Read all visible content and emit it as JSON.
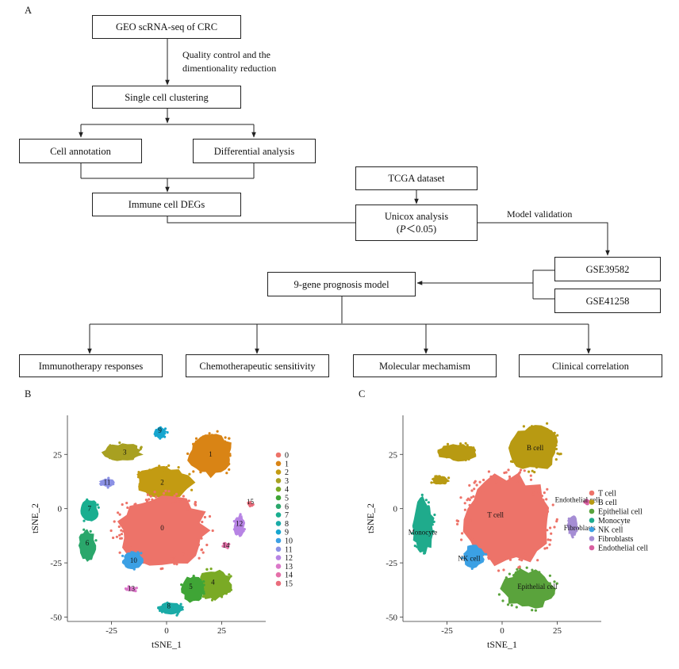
{
  "panels": {
    "a": "A",
    "b": "B",
    "c": "C"
  },
  "flowchart": {
    "geo": "GEO scRNA-seq of CRC",
    "qc_line1": "Quality control and the",
    "qc_line2": "dimentionality reduction",
    "clustering": "Single cell clustering",
    "annotation": "Cell annotation",
    "differential": "Differential analysis",
    "immune_degs": "Immune cell DEGs",
    "tcga": "TCGA dataset",
    "unicox_line1": "Unicox analysis",
    "unicox_p": "P",
    "unicox_rest": "＜0.05)",
    "unicox_open": "(",
    "model_validation": "Model validation",
    "gse1": "GSE39582",
    "gse2": "GSE41258",
    "model": "9-gene prognosis model",
    "out1": "Immunotherapy responses",
    "out2": "Chemotherapeutic sensitivity",
    "out3": "Molecular mechamism",
    "out4": "Clinical correlation"
  },
  "plot_b": {
    "xlabel": "tSNE_1",
    "ylabel": "tSNE_2",
    "legend": [
      "0",
      "1",
      "2",
      "3",
      "4",
      "5",
      "6",
      "7",
      "8",
      "9",
      "10",
      "11",
      "12",
      "13",
      "14",
      "15"
    ],
    "cluster_colors": [
      "#ED7369",
      "#D98415",
      "#C39B12",
      "#A8A021",
      "#7AAA25",
      "#3FA536",
      "#2AA76B",
      "#19AE90",
      "#1AABA7",
      "#17A6CF",
      "#3BA0E4",
      "#8B91E5",
      "#B784E4",
      "#DB78C9",
      "#E570A9",
      "#EA6D7C"
    ]
  },
  "plot_c": {
    "xlabel": "tSNE_1",
    "ylabel": "tSNE_2",
    "legend": [
      "T cell",
      "B cell",
      "Epithelial cell",
      "Monocyte",
      "NK cell",
      "Fibroblasts",
      "Endothelial cell"
    ],
    "legend_colors": [
      "#ED7369",
      "#B89A12",
      "#5AA33C",
      "#1FAB8C",
      "#3BA0E4",
      "#A58DD4",
      "#D85FA0"
    ],
    "labels": [
      "B cell",
      "T cell",
      "Endothelial cell",
      "Fibroblasts",
      "Monocyte",
      "NK cell",
      "Epithelial cell"
    ]
  },
  "chart_data": [
    {
      "type": "scatter",
      "title": "",
      "xlabel": "tSNE_1",
      "ylabel": "tSNE_2",
      "xlim": [
        -45,
        45
      ],
      "ylim": [
        -52,
        43
      ],
      "x_ticks": [
        -25,
        0,
        25
      ],
      "y_ticks": [
        -50,
        -25,
        0,
        25
      ],
      "series": [
        {
          "name": "0",
          "center": [
            -2,
            -10
          ]
        },
        {
          "name": "1",
          "center": [
            20,
            25
          ]
        },
        {
          "name": "2",
          "center": [
            -2,
            12
          ]
        },
        {
          "name": "3",
          "center": [
            -20,
            25
          ]
        },
        {
          "name": "4",
          "center": [
            22,
            -35
          ]
        },
        {
          "name": "5",
          "center": [
            12,
            -37
          ]
        },
        {
          "name": "6",
          "center": [
            -36,
            -16
          ]
        },
        {
          "name": "7",
          "center": [
            -35,
            0
          ]
        },
        {
          "name": "8",
          "center": [
            2,
            -46
          ]
        },
        {
          "name": "9",
          "center": [
            -3,
            35
          ]
        },
        {
          "name": "10",
          "center": [
            -15,
            -25
          ]
        },
        {
          "name": "11",
          "center": [
            -27,
            12
          ]
        },
        {
          "name": "12",
          "center": [
            33,
            -8
          ]
        },
        {
          "name": "13",
          "center": [
            -16,
            -37
          ]
        },
        {
          "name": "14",
          "center": [
            27,
            -17
          ]
        },
        {
          "name": "15",
          "center": [
            38,
            2
          ]
        }
      ]
    },
    {
      "type": "scatter",
      "title": "",
      "xlabel": "tSNE_1",
      "ylabel": "tSNE_2",
      "xlim": [
        -45,
        45
      ],
      "ylim": [
        -52,
        43
      ],
      "x_ticks": [
        -25,
        0,
        25
      ],
      "y_ticks": [
        -50,
        -25,
        0,
        25
      ],
      "series": [
        {
          "name": "T cell",
          "center": [
            2,
            -5
          ]
        },
        {
          "name": "B cell",
          "center": [
            15,
            28
          ]
        },
        {
          "name": "Epithelial cell",
          "center": [
            12,
            -37
          ]
        },
        {
          "name": "Monocyte",
          "center": [
            -36,
            -8
          ]
        },
        {
          "name": "NK cell",
          "center": [
            -13,
            -22
          ]
        },
        {
          "name": "Fibroblasts",
          "center": [
            32,
            -8
          ]
        },
        {
          "name": "Endothelial cell",
          "center": [
            38,
            3
          ]
        }
      ]
    }
  ]
}
